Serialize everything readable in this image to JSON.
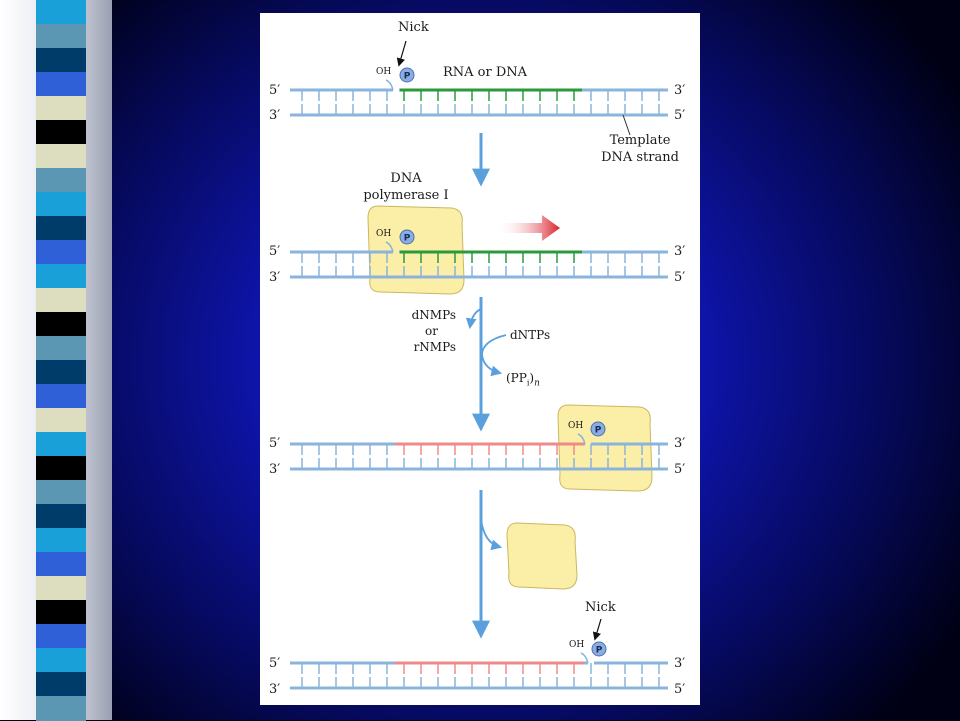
{
  "stripe_colors": [
    "#1aa0d8",
    "#5b96b2",
    "#003c6a",
    "#3060d8",
    "#ddddc0",
    "#000000",
    "#ddddc0",
    "#5b96b2",
    "#1aa0d8",
    "#003c6a",
    "#3060d8",
    "#1aa0d8",
    "#ddddc0",
    "#000000",
    "#5b96b2",
    "#003c6a",
    "#3060d8",
    "#ddddc0",
    "#1aa0d8",
    "#000000",
    "#5b96b2",
    "#003c6a",
    "#1aa0d8",
    "#3060d8",
    "#ddddc0",
    "#000000",
    "#3060d8",
    "#1aa0d8",
    "#003c6a",
    "#5b96b2"
  ],
  "colors": {
    "strand": "#8ab4dc",
    "nick_replaced": "#2a9a3a",
    "new_dna": "#f08a8a",
    "enzyme": "#fbeea6",
    "arrow": "#5aa0dc",
    "phosphate": "#8aaee0",
    "motion_arrow": "#d8202a"
  },
  "labels": {
    "nick_top": "Nick",
    "rna_or_dna": "RNA or DNA",
    "template_line1": "Template",
    "template_line2": "DNA strand",
    "polymerase_line1": "DNA",
    "polymerase_line2": "polymerase I",
    "dnmps": "dNMPs",
    "or": "or",
    "rnmps": "rNMPs",
    "dntps": "dNTPs",
    "ppi": "(PP",
    "ppi_i": "i",
    "ppi_close": ")",
    "ppi_n": "n",
    "nick_bottom": "Nick",
    "oh": "OH",
    "p": "P",
    "five_prime": "5′",
    "three_prime": "3′"
  }
}
